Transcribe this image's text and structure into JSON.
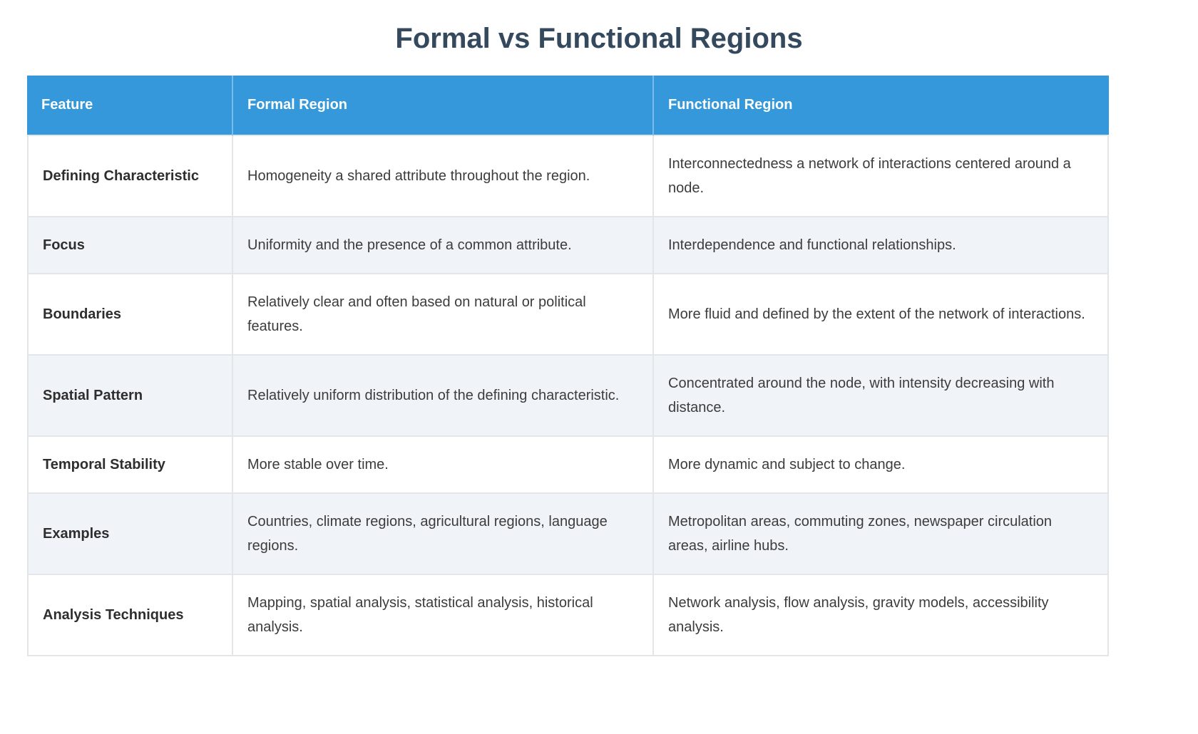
{
  "page": {
    "title": "Formal vs Functional Regions"
  },
  "colors": {
    "header_bg": "#3498db",
    "header_text": "#ffffff",
    "title_text": "#34495e",
    "stripe_bg": "#f0f4f8",
    "row_bg": "#ffffff",
    "border": "#e3e6e9",
    "body_text": "#3c3c3c",
    "feature_text": "#2e2e2e"
  },
  "table": {
    "columns": [
      "Feature",
      "Formal Region",
      "Functional Region"
    ],
    "rows": [
      {
        "feature": "Defining Characteristic",
        "formal": "Homogeneity a shared attribute throughout the region.",
        "functional": "Interconnectedness a network of interactions centered around a node."
      },
      {
        "feature": "Focus",
        "formal": "Uniformity and the presence of a common attribute.",
        "functional": "Interdependence and functional relationships."
      },
      {
        "feature": "Boundaries",
        "formal": "Relatively clear and often based on natural or political features.",
        "functional": "More fluid and defined by the extent of the network of interactions."
      },
      {
        "feature": "Spatial Pattern",
        "formal": "Relatively uniform distribution of the defining characteristic.",
        "functional": "Concentrated around the node, with intensity decreasing with distance."
      },
      {
        "feature": "Temporal Stability",
        "formal": "More stable over time.",
        "functional": "More dynamic and subject to change."
      },
      {
        "feature": "Examples",
        "formal": "Countries, climate regions, agricultural regions, language regions.",
        "functional": "Metropolitan areas, commuting zones, newspaper circulation areas, airline hubs."
      },
      {
        "feature": "Analysis Techniques",
        "formal": "Mapping, spatial analysis, statistical analysis, historical analysis.",
        "functional": "Network analysis, flow analysis, gravity models, accessibility analysis."
      }
    ]
  }
}
